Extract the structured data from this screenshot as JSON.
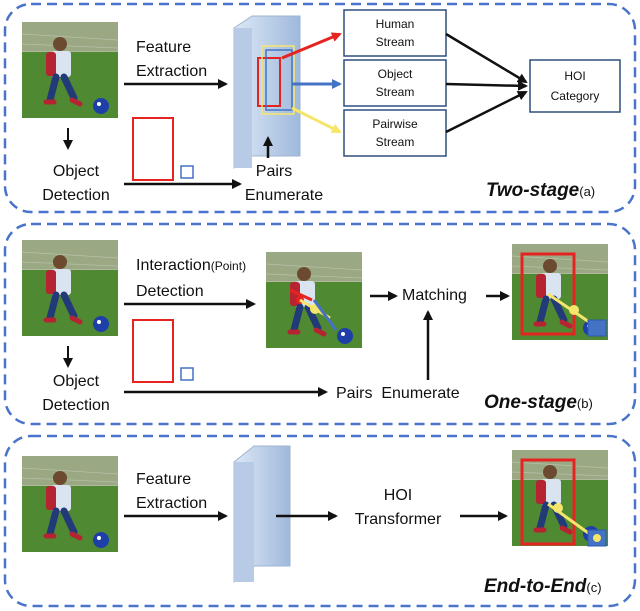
{
  "panels": [
    {
      "stage_name": "Two-stage",
      "stage_suffix": "(a)",
      "feature_label_1": "Feature",
      "feature_label_2": "Extraction",
      "object_label_1": "Object",
      "object_label_2": "Detection",
      "pairs_label_1": "Pairs",
      "pairs_label_2": "Enumerate",
      "streams": [
        {
          "line1": "Human",
          "line2": "Stream"
        },
        {
          "line1": "Object",
          "line2": "Stream"
        },
        {
          "line1": "Pairwise",
          "line2": "Stream"
        }
      ],
      "hoi_1": "HOI",
      "hoi_2": "Category"
    },
    {
      "stage_name": "One-stage",
      "stage_suffix": "(b)",
      "interaction_label": "Interaction",
      "interaction_point": "(Point)",
      "detection_label": "Detection",
      "matching_label": "Matching",
      "object_label_1": "Object",
      "object_label_2": "Detection",
      "pairs_enumerate": "Pairs  Enumerate"
    },
    {
      "stage_name": "End-to-End",
      "stage_suffix": "(c)",
      "feature_label_1": "Feature",
      "feature_label_2": "Extraction",
      "transformer_1": "HOI",
      "transformer_2": "Transformer"
    }
  ],
  "colors": {
    "panel_border": "#4a74c9",
    "human_box": "#e52421",
    "object_box": "#4472c4",
    "stream_box": "#2f4f7f",
    "arrow_red": "#e52421",
    "arrow_blue": "#4472c4",
    "arrow_yellow": "#f5e66b",
    "feature_map": "#c9d9ee",
    "grass": "#4f8a33"
  },
  "icons": [
    "photo-thumbnail",
    "feature-map-block",
    "arrow"
  ]
}
